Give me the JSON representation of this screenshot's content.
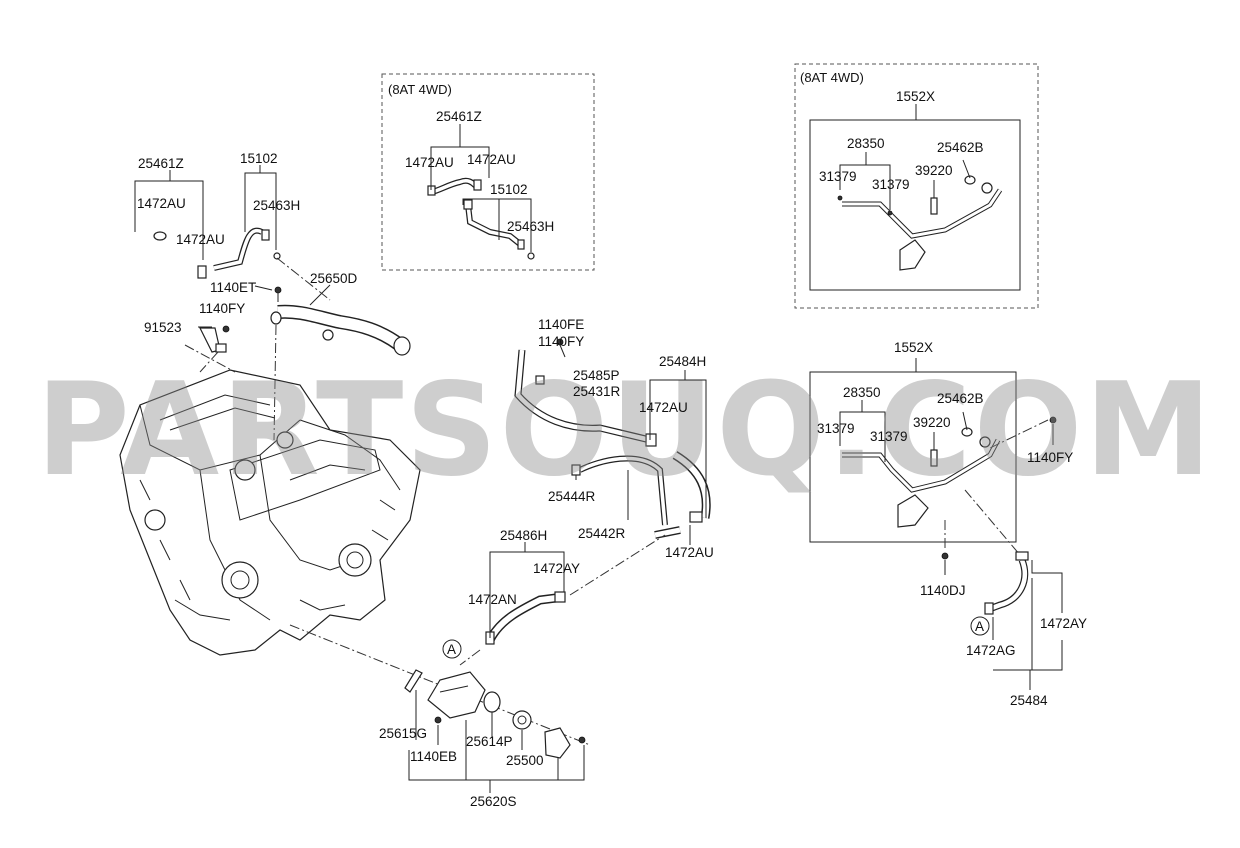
{
  "watermark": "PARTSOUQ.COM",
  "boxes": {
    "inset_left_title": "(8AT 4WD)",
    "inset_right_title": "(8AT 4WD)"
  },
  "labels": {
    "l_25461Z": "25461Z",
    "l_1472AU_a": "1472AU",
    "l_1472AU_b": "1472AU",
    "l_15102": "15102",
    "l_25463H": "25463H",
    "l_25650D": "25650D",
    "l_1140ET": "1140ET",
    "l_1140FY_a": "1140FY",
    "l_91523": "91523",
    "i_25461Z": "25461Z",
    "i_1472AU_a": "1472AU",
    "i_1472AU_b": "1472AU",
    "i_15102": "15102",
    "i_25463H": "25463H",
    "r_1552X": "1552X",
    "r_28350": "28350",
    "r_25462B": "25462B",
    "r_31379_a": "31379",
    "r_31379_b": "31379",
    "r_39220": "39220",
    "m_1140FE": "1140FE",
    "m_1140FY": "1140FY",
    "m_25485P": "25485P",
    "m_25431R": "25431R",
    "m_25484H": "25484H",
    "m_1472AU": "1472AU",
    "m_25444R": "25444R",
    "m_25442R": "25442R",
    "m_1472AU_b": "1472AU",
    "m_25486H": "25486H",
    "m_1472AY": "1472AY",
    "m_1472AN": "1472AN",
    "b_25615G": "25615G",
    "b_1140EB": "1140EB",
    "b_25614P": "25614P",
    "b_25500": "25500",
    "b_25620S": "25620S",
    "b_A": "A",
    "s_1552X": "1552X",
    "s_28350": "28350",
    "s_25462B": "25462B",
    "s_31379_a": "31379",
    "s_31379_b": "31379",
    "s_39220": "39220",
    "s_1140FY": "1140FY",
    "s_1140DJ": "1140DJ",
    "s_1472AY": "1472AY",
    "s_1472AG": "1472AG",
    "s_25484": "25484",
    "s_A": "A"
  }
}
